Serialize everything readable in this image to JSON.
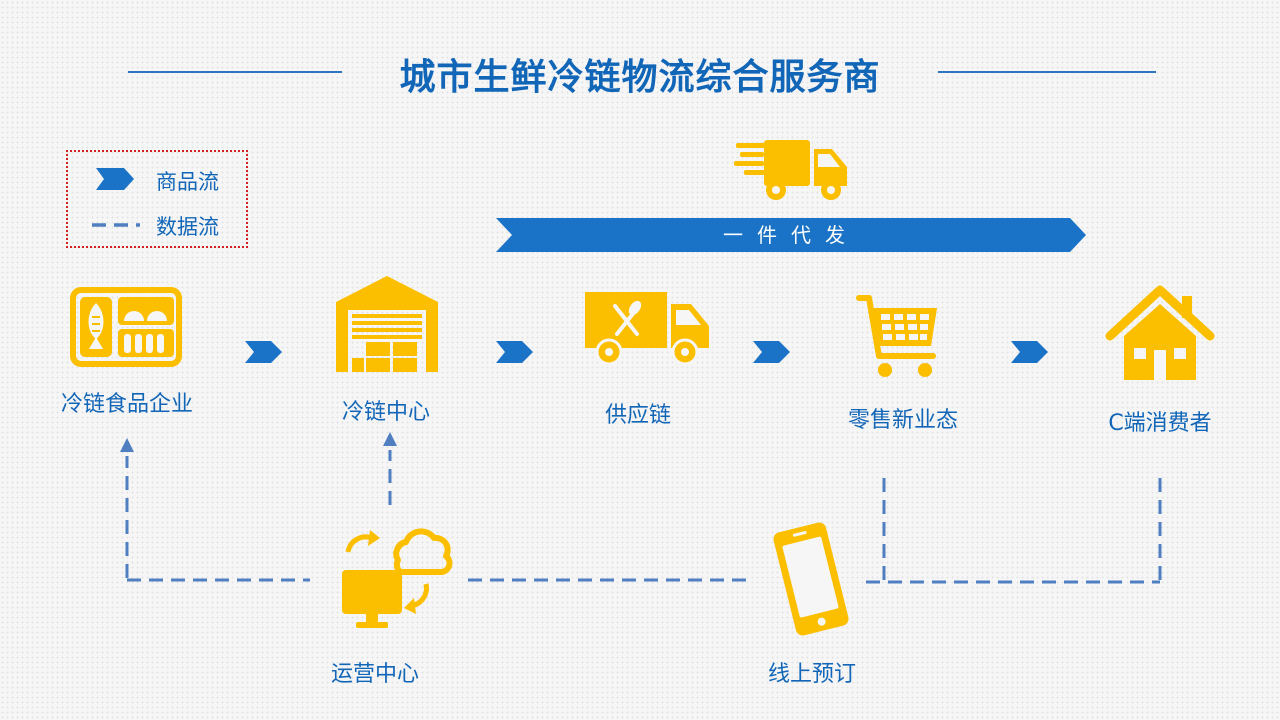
{
  "title": "城市生鲜冷链物流综合服务商",
  "legend": {
    "goods_flow": "商品流",
    "data_flow": "数据流"
  },
  "banner": {
    "label": "一件代发"
  },
  "nodes": {
    "food_enterprise": "冷链食品企业",
    "cold_chain_center": "冷链中心",
    "supply_chain": "供应链",
    "new_retail": "零售新业态",
    "consumer": "C端消费者",
    "operations_center": "运营中心",
    "online_booking": "线上预订"
  },
  "colors": {
    "blue": "#1266b8",
    "arrow_blue": "#1a73c6",
    "dash_blue": "#4f7fc0",
    "icon_yellow": "#fbbf00",
    "legend_border": "#d62020"
  },
  "icons": [
    "delivery-truck-icon",
    "food-tray-icon",
    "warehouse-icon",
    "food-truck-icon",
    "shopping-cart-icon",
    "house-icon",
    "cloud-computer-icon",
    "smartphone-icon"
  ]
}
